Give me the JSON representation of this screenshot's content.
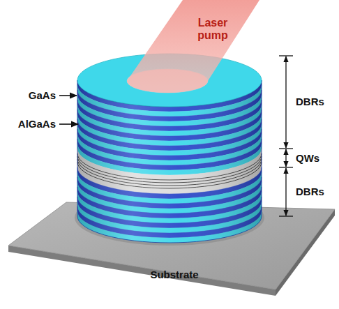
{
  "diagram": {
    "labels": [
      "Laser pump",
      "GaAs",
      "AlGaAs",
      "DBRs",
      "QWs",
      "DBRs",
      "Substrate"
    ]
  }
}
